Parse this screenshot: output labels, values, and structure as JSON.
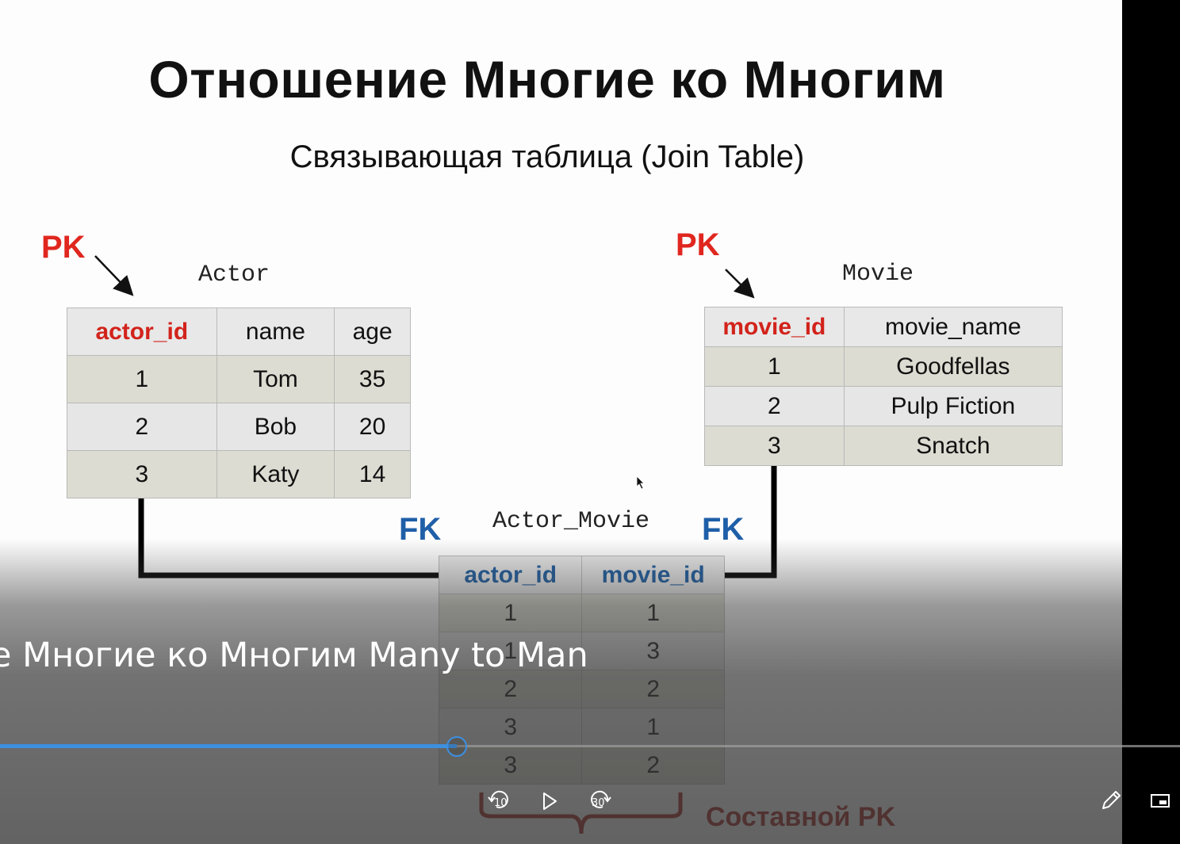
{
  "slide": {
    "title": "Отношение Многие ко Многим",
    "subtitle": "Связывающая таблица (Join Table)",
    "pk_label": "PK",
    "fk_label": "FK",
    "composite_label": "Составной PK"
  },
  "actor_table": {
    "name": "Actor",
    "headers": [
      "actor_id",
      "name",
      "age"
    ],
    "rows": [
      [
        "1",
        "Tom",
        "35"
      ],
      [
        "2",
        "Bob",
        "20"
      ],
      [
        "3",
        "Katy",
        "14"
      ]
    ]
  },
  "movie_table": {
    "name": "Movie",
    "headers": [
      "movie_id",
      "movie_name"
    ],
    "rows": [
      [
        "1",
        "Goodfellas"
      ],
      [
        "2",
        "Pulp Fiction"
      ],
      [
        "3",
        "Snatch"
      ]
    ]
  },
  "actor_movie_table": {
    "name": "Actor_Movie",
    "headers": [
      "actor_id",
      "movie_id"
    ],
    "rows": [
      [
        "1",
        "1"
      ],
      [
        "1",
        "3"
      ],
      [
        "2",
        "2"
      ],
      [
        "3",
        "1"
      ],
      [
        "3",
        "2"
      ]
    ]
  },
  "player": {
    "caption": "ие Многие ко Многим Many to Many",
    "progress": 0.387,
    "rewind_seconds": "10",
    "forward_seconds": "30",
    "accent_color": "#3d8fe0"
  }
}
